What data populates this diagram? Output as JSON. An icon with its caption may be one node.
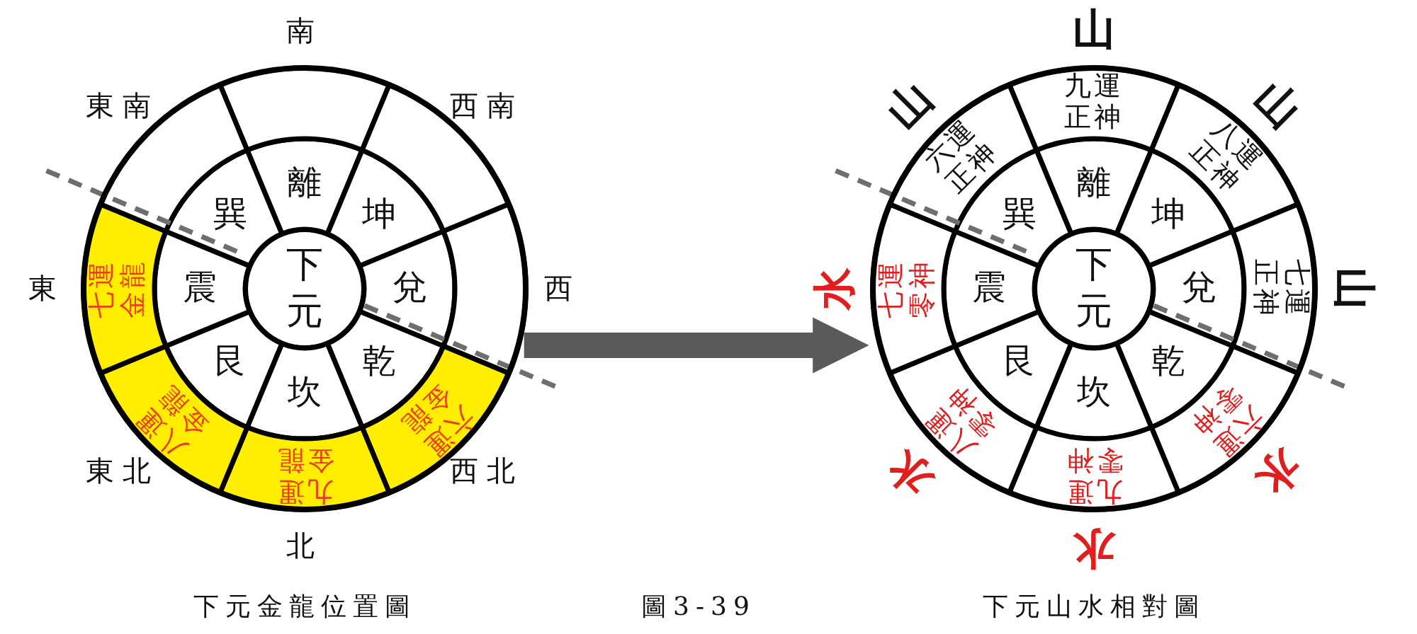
{
  "diagram": {
    "nodes": [
      {
        "text": [],
        "shape": "circle"
      },
      {
        "text": [
          "下元"
        ],
        "in": 0
      },
      {
        "text": [
          "離"
        ],
        "in": 0
      },
      {
        "text": [
          "坤"
        ],
        "in": 0
      },
      {
        "text": [
          "兌"
        ],
        "in": 0
      },
      {
        "text": [
          "乾"
        ],
        "in": 0
      },
      {
        "text": [
          "坎"
        ],
        "in": 0
      },
      {
        "text": [
          "艮"
        ],
        "in": 0
      },
      {
        "text": [
          "震"
        ],
        "in": 0
      },
      {
        "text": [
          "巽"
        ],
        "in": 0
      },
      {
        "text": [],
        "shape": "sector",
        "in": 0,
        "beside": [
          "南"
        ]
      },
      {
        "text": [],
        "shape": "sector",
        "in": 0,
        "beside": [
          "西南"
        ]
      },
      {
        "text": [],
        "shape": "sector",
        "in": 0,
        "beside": [
          "西"
        ]
      },
      {
        "text": [
          "六運金龍"
        ],
        "in": 0,
        "beside": [
          "西北"
        ]
      },
      {
        "text": [
          "九運金龍"
        ],
        "in": 0,
        "beside": [
          "北"
        ]
      },
      {
        "text": [
          "八運金龍"
        ],
        "in": 0,
        "beside": [
          "東北"
        ]
      },
      {
        "text": [
          "七運金龍"
        ],
        "in": 0,
        "beside": [
          "東"
        ]
      },
      {
        "text": [],
        "shape": "sector",
        "in": 0,
        "beside": [
          "東南"
        ]
      },
      {
        "text": [],
        "shape": "circle"
      },
      {
        "text": [
          "下元"
        ],
        "in": 18
      },
      {
        "text": [
          "離"
        ],
        "in": 18
      },
      {
        "text": [
          "坤"
        ],
        "in": 18
      },
      {
        "text": [
          "兌"
        ],
        "in": 18
      },
      {
        "text": [
          "乾"
        ],
        "in": 18
      },
      {
        "text": [
          "坎"
        ],
        "in": 18
      },
      {
        "text": [
          "艮"
        ],
        "in": 18
      },
      {
        "text": [
          "震"
        ],
        "in": 18
      },
      {
        "text": [
          "巽"
        ],
        "in": 18
      },
      {
        "text": [
          "九運正神"
        ],
        "in": 18,
        "beside": [
          "山"
        ]
      },
      {
        "text": [
          "八運正神"
        ],
        "in": 18,
        "beside": [
          "山"
        ]
      },
      {
        "text": [
          "七運正神"
        ],
        "in": 18,
        "beside": [
          "山"
        ]
      },
      {
        "text": [
          "六運零神"
        ],
        "in": 18,
        "beside": [
          "水"
        ]
      },
      {
        "text": [
          "九運零神"
        ],
        "in": 18,
        "beside": [
          "水"
        ]
      },
      {
        "text": [
          "八運零神"
        ],
        "in": 18,
        "beside": [
          "水"
        ]
      },
      {
        "text": [
          "七運零神"
        ],
        "in": 18,
        "beside": [
          "水"
        ]
      },
      {
        "text": [
          "六運正神"
        ],
        "in": 18,
        "beside": [
          "山"
        ]
      }
    ],
    "edges": [
      {
        "from": 0,
        "to": 18,
        "arrow": "to"
      }
    ],
    "labels": [
      "下元金龍位置圖",
      "圖3-39",
      "下元山水相對圖"
    ]
  }
}
